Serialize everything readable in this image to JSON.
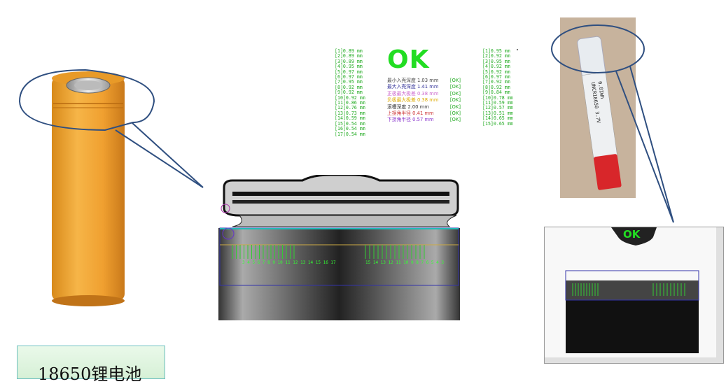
{
  "caption": "18650锂电池",
  "status_ok": "OK",
  "screen_ok": "OK",
  "measurements_left": "[1]0.89 mm\n[2]0.89 mm\n[3]0.89 mm\n[4]0.95 mm\n[5]0.97 mm\n[6]0.97 mm\n[7]0.95 mm\n[8]0.92 mm\n[9]0.92 mm\n[10]0.92 mm\n[11]0.86 mm\n[12]0.76 mm\n[13]0.73 mm\n[14]0.59 mm\n[15]0.54 mm\n[16]0.54 mm\n[17]0.54 mm",
  "measurements_right": "[1]0.95 mm\n[2]0.92 mm\n[3]0.95 mm\n[4]0.92 mm\n[5]0.92 mm\n[6]0.97 mm\n[7]0.92 mm\n[8]0.92 mm\n[9]0.84 mm\n[10]0.78 mm\n[11]0.59 mm\n[12]0.57 mm\n[13]0.51 mm\n[14]0.65 mm\n[15]0.65 mm",
  "summary": [
    {
      "label": "最小入壳深度 1.03 mm",
      "status": "[OK]",
      "color": "#444444"
    },
    {
      "label": "最大入壳深度 1.41 mm",
      "status": "[OK]",
      "color": "#333399"
    },
    {
      "label": "正极最大极差 0.38 mm",
      "status": "[OK]",
      "color": "#cc66cc"
    },
    {
      "label": "负极最大极差 0.38 mm",
      "status": "[OK]",
      "color": "#ddaa00"
    },
    {
      "label": "滚槽深度 2.00 mm",
      "status": "[OK]",
      "color": "#333333"
    },
    {
      "label": "上拐角半径 0.41 mm",
      "status": "[OK]",
      "color": "#cc3333"
    },
    {
      "label": "下拐角半径 0.57 mm",
      "status": "[OK]",
      "color": "#8833cc"
    }
  ],
  "label_row_left": "3 4 5 6 7 8 9 10 11 12 13 14 15 16 17",
  "label_row_right": "15 14 13 12 11 10 9 8 7 6 5 4 3",
  "colors": {
    "battery": "#f0a030",
    "ok_green": "#22dd22",
    "callout": "#2f4f80"
  }
}
